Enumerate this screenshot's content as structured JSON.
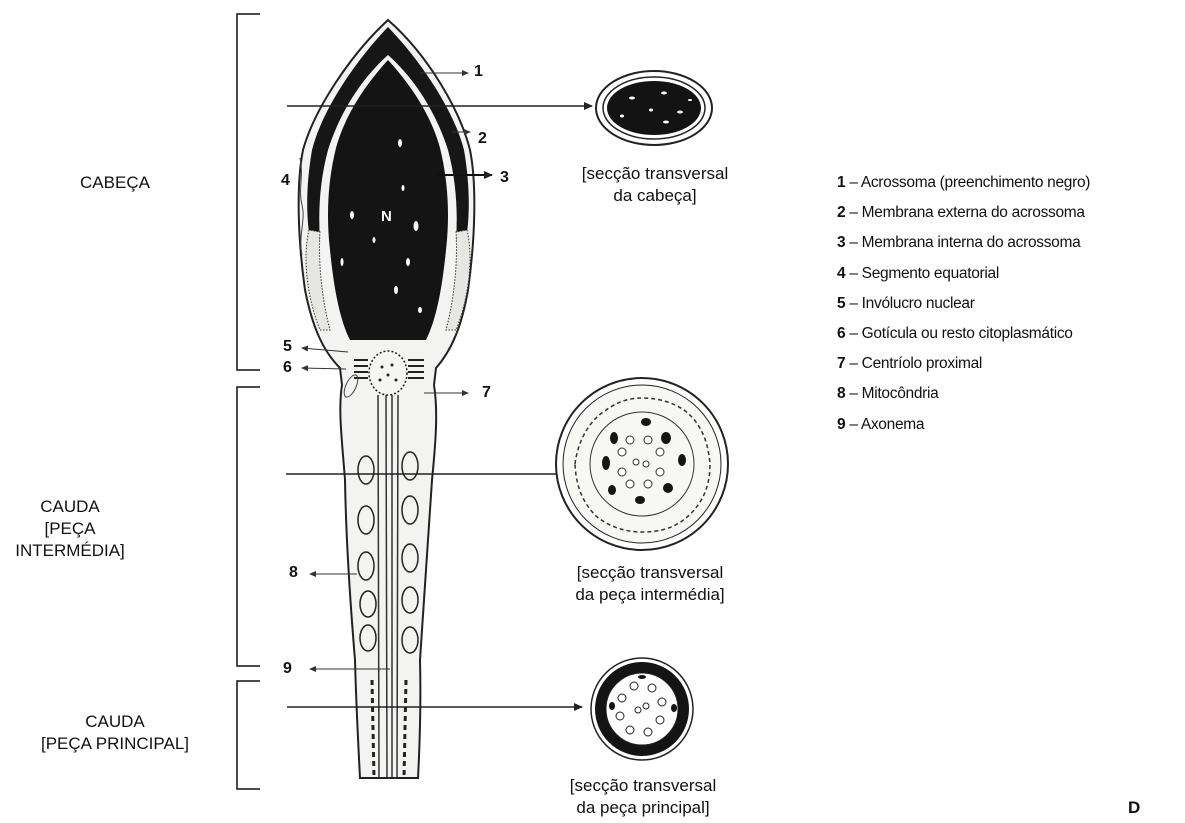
{
  "regions": {
    "head": [
      "CABEÇA"
    ],
    "midpiece": [
      "CAUDA",
      "[PEÇA INTERMÉDIA]"
    ],
    "principal": [
      "CAUDA",
      "[PEÇA PRINCIPAL]"
    ]
  },
  "numbers": [
    "1",
    "2",
    "3",
    "4",
    "5",
    "6",
    "7",
    "8",
    "9"
  ],
  "nucleus_label": "N",
  "sections": {
    "head": [
      "[secção transversal",
      "da cabeça]"
    ],
    "midpiece": [
      "[secção transversal",
      "da peça intermédia]"
    ],
    "principal": [
      "[secção transversal",
      "da peça principal]"
    ]
  },
  "legend": [
    {
      "num": "1",
      "text": "Acrossoma (preenchimento negro)"
    },
    {
      "num": "2",
      "text": "Membrana externa do acrossoma"
    },
    {
      "num": "3",
      "text": "Membrana interna do acrossoma"
    },
    {
      "num": "4",
      "text": "Segmento equatorial"
    },
    {
      "num": "5",
      "text": "Invólucro nuclear"
    },
    {
      "num": "6",
      "text": "Gotícula ou resto citoplasmático"
    },
    {
      "num": "7",
      "text": "Centríolo proximal"
    },
    {
      "num": "8",
      "text": "Mitocôndria"
    },
    {
      "num": "9",
      "text": "Axonema"
    }
  ],
  "legend_separator": " – ",
  "corner_letter": "D"
}
